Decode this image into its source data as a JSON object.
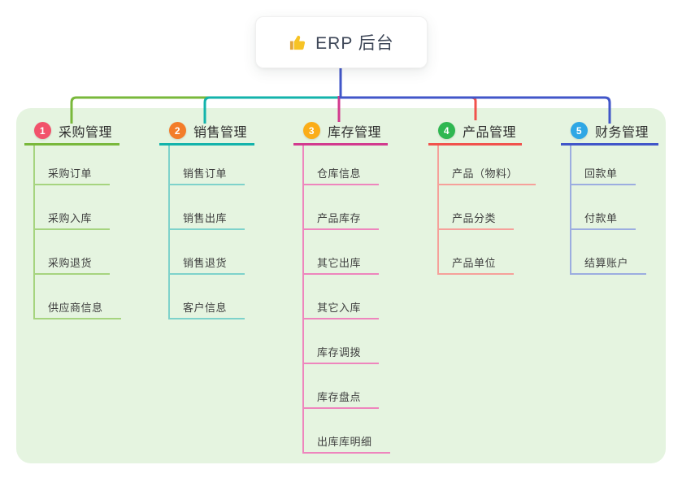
{
  "root": {
    "label": "ERP 后台",
    "icon": "thumbs-up-icon",
    "icon_color": "#f7c325"
  },
  "panel_bg": "#e5f4e0",
  "branches": [
    {
      "num": "1",
      "label": "采购管理",
      "line_color": "#79b83b",
      "child_line_color": "#a6d47f",
      "badge_color": "#f2526b",
      "children": [
        "采购订单",
        "采购入库",
        "采购退货",
        "供应商信息"
      ]
    },
    {
      "num": "2",
      "label": "销售管理",
      "line_color": "#13b3ab",
      "child_line_color": "#7ed2cb",
      "badge_color": "#f37d2a",
      "children": [
        "销售订单",
        "销售出库",
        "销售退货",
        "客户信息"
      ]
    },
    {
      "num": "3",
      "label": "库存管理",
      "line_color": "#d23a8e",
      "child_line_color": "#ee85bd",
      "badge_color": "#fbad18",
      "children": [
        "仓库信息",
        "产品库存",
        "其它出库",
        "其它入库",
        "库存调拨",
        "库存盘点",
        "出库库明细"
      ]
    },
    {
      "num": "4",
      "label": "产品管理",
      "line_color": "#f1524c",
      "child_line_color": "#f6a09a",
      "badge_color": "#2fb751",
      "children": [
        "产品（物料）",
        "产品分类",
        "产品单位"
      ]
    },
    {
      "num": "5",
      "label": "财务管理",
      "line_color": "#4156c9",
      "child_line_color": "#9cade0",
      "badge_color": "#2fa7e5",
      "children": [
        "回款单",
        "付款单",
        "结算账户"
      ]
    }
  ]
}
